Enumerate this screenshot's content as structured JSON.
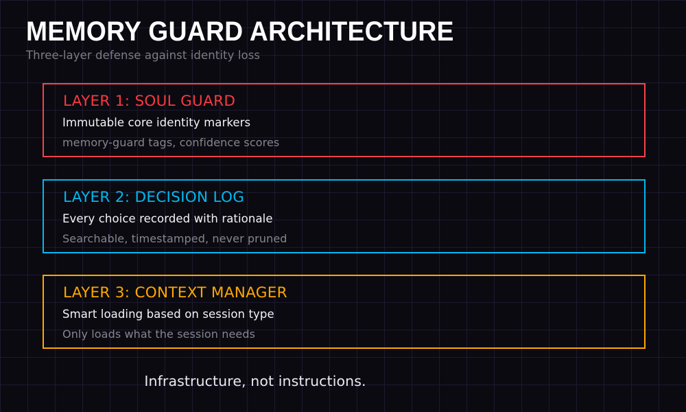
{
  "header": {
    "title": "MEMORY GUARD ARCHITECTURE",
    "subtitle": "Three-layer defense against identity loss"
  },
  "colors": {
    "background": "#0b0a11",
    "grid_line": "#1d1a2e",
    "layer1_accent": "#fa4248",
    "layer2_accent": "#00b9f0",
    "layer3_accent": "#ffa800",
    "primary_text": "#f4f4f6",
    "secondary_text": "#86868f"
  },
  "layers": [
    {
      "heading": "LAYER 1: SOUL GUARD",
      "primary": "Immutable core identity markers",
      "secondary": "memory-guard tags, confidence scores",
      "accent": "#fa4248"
    },
    {
      "heading": "LAYER 2: DECISION LOG",
      "primary": "Every choice recorded with rationale",
      "secondary": "Searchable, timestamped, never pruned",
      "accent": "#00b9f0"
    },
    {
      "heading": "LAYER 3: CONTEXT MANAGER",
      "primary": "Smart loading based on session type",
      "secondary": "Only loads what the session needs",
      "accent": "#ffa800"
    }
  ],
  "footer": {
    "caption": "Infrastructure, not instructions."
  }
}
